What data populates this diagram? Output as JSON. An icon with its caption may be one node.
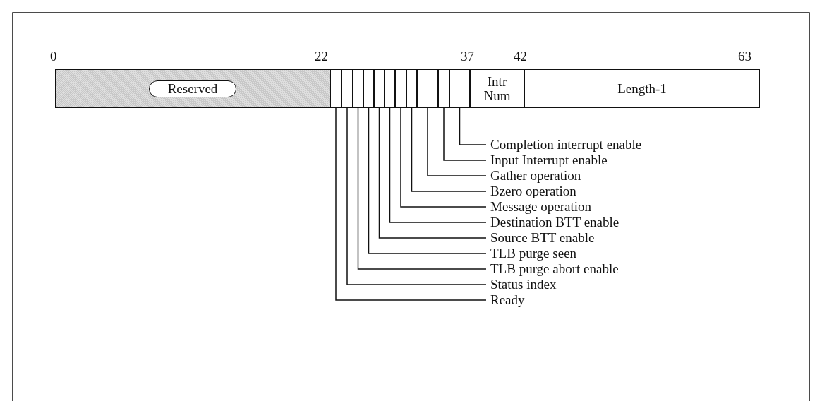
{
  "diagram": {
    "nodes": [
      {
        "text": [
          "Reserved"
        ]
      },
      {
        "text": [],
        "shape": "box"
      },
      {
        "text": [],
        "shape": "box"
      },
      {
        "text": [],
        "shape": "box"
      },
      {
        "text": [],
        "shape": "box"
      },
      {
        "text": [],
        "shape": "box"
      },
      {
        "text": [],
        "shape": "box"
      },
      {
        "text": [],
        "shape": "box"
      },
      {
        "text": [],
        "shape": "box"
      },
      {
        "text": [],
        "shape": "box"
      },
      {
        "text": [],
        "shape": "box"
      },
      {
        "text": [],
        "shape": "box"
      },
      {
        "text": [
          "Intr Num"
        ]
      },
      {
        "text": [
          "Length-1"
        ]
      },
      {
        "text": [
          "Completion interrupt enable"
        ]
      },
      {
        "text": [
          "Input Interrupt enable"
        ]
      },
      {
        "text": [
          "Gather operation"
        ]
      },
      {
        "text": [
          "Bzero operation"
        ]
      },
      {
        "text": [
          "Message operation"
        ]
      },
      {
        "text": [
          "Destination BTT enable"
        ]
      },
      {
        "text": [
          "Source BTT enable"
        ]
      },
      {
        "text": [
          "TLB purge seen"
        ]
      },
      {
        "text": [
          "TLB purge abort enable"
        ]
      },
      {
        "text": [
          "Status index"
        ]
      },
      {
        "text": [
          "Ready"
        ]
      }
    ],
    "edges": [
      {
        "from": 14,
        "to": 11,
        "arrow": "none"
      },
      {
        "from": 15,
        "to": 10,
        "arrow": "none"
      },
      {
        "from": 16,
        "to": 9,
        "arrow": "none"
      },
      {
        "from": 17,
        "to": 8,
        "arrow": "none"
      },
      {
        "from": 18,
        "to": 7,
        "arrow": "none"
      },
      {
        "from": 19,
        "to": 6,
        "arrow": "none"
      },
      {
        "from": 20,
        "to": 5,
        "arrow": "none"
      },
      {
        "from": 21,
        "to": 4,
        "arrow": "none"
      },
      {
        "from": 22,
        "to": 3,
        "arrow": "none"
      },
      {
        "from": 23,
        "to": 2,
        "arrow": "none"
      },
      {
        "from": 24,
        "to": 1,
        "arrow": "none"
      }
    ],
    "labels": [
      "0",
      "22",
      "37",
      "42",
      "63"
    ]
  }
}
